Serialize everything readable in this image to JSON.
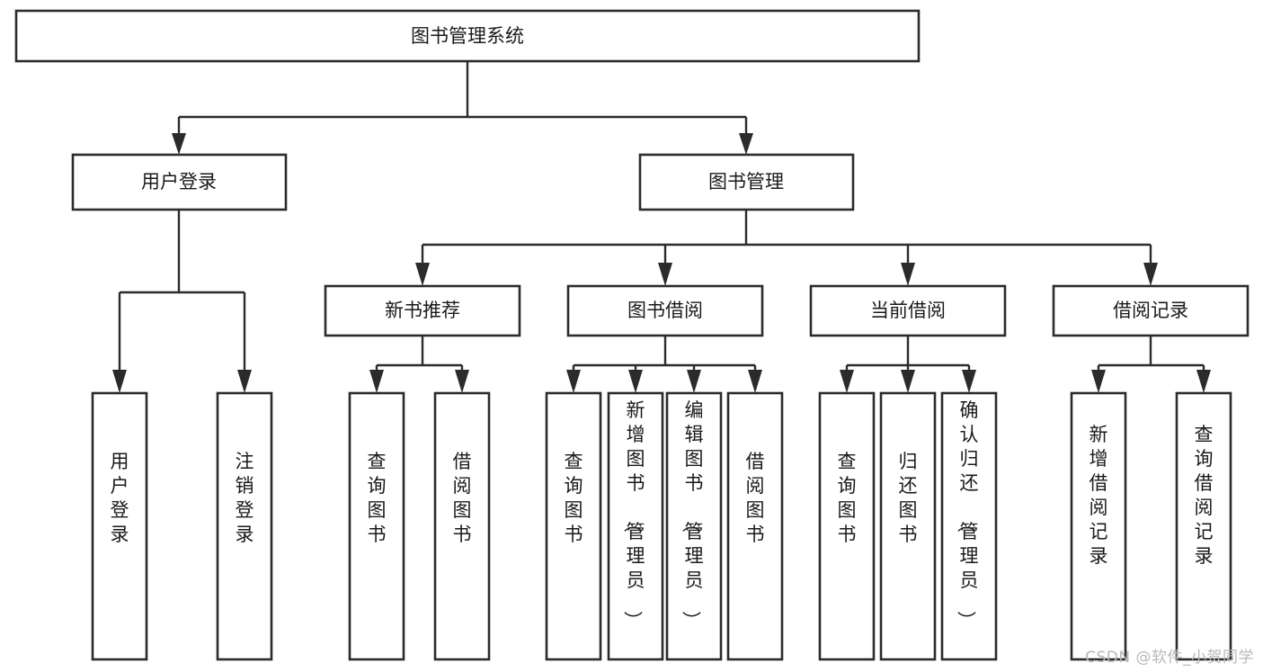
{
  "diagram": {
    "type": "tree-hierarchy",
    "title": "图书管理系统",
    "watermark": "CSDN @软件_小贺同学",
    "colors": {
      "box_stroke": "#2b2b2b",
      "box_fill": "#ffffff",
      "text": "#1a1a1a",
      "background": "#ffffff",
      "watermark": "#b8b8b8"
    },
    "nodes": {
      "root": {
        "label": "图书管理系统"
      },
      "level1": [
        {
          "id": "user-login",
          "label": "用户登录"
        },
        {
          "id": "book-manage",
          "label": "图书管理"
        }
      ],
      "level2": [
        {
          "id": "new-book-recommend",
          "label": "新书推荐"
        },
        {
          "id": "book-borrow",
          "label": "图书借阅"
        },
        {
          "id": "current-borrow",
          "label": "当前借阅"
        },
        {
          "id": "borrow-record",
          "label": "借阅记录"
        }
      ],
      "leaves": {
        "user-login": [
          {
            "id": "leaf-user-login",
            "label": "用户登录"
          },
          {
            "id": "leaf-logout-login",
            "label": "注销登录"
          }
        ],
        "new-book-recommend": [
          {
            "id": "leaf-query-book-1",
            "label": "查询图书"
          },
          {
            "id": "leaf-borrow-book-1",
            "label": "借阅图书"
          }
        ],
        "book-borrow": [
          {
            "id": "leaf-query-book-2",
            "label": "查询图书"
          },
          {
            "id": "leaf-add-book",
            "label": "新增图书（管理员）"
          },
          {
            "id": "leaf-edit-book",
            "label": "编辑图书（管理员）"
          },
          {
            "id": "leaf-borrow-book-2",
            "label": "借阅图书"
          }
        ],
        "current-borrow": [
          {
            "id": "leaf-query-book-3",
            "label": "查询图书"
          },
          {
            "id": "leaf-return-book",
            "label": "归还图书"
          },
          {
            "id": "leaf-confirm-return",
            "label": "确认归还（管理员）"
          }
        ],
        "borrow-record": [
          {
            "id": "leaf-add-record",
            "label": "新增借阅记录"
          },
          {
            "id": "leaf-query-record",
            "label": "查询借阅记录"
          }
        ]
      }
    }
  }
}
